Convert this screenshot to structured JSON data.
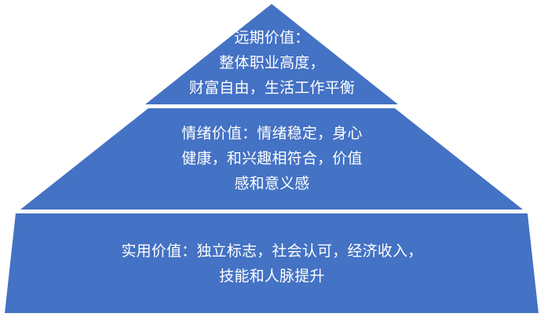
{
  "diagram": {
    "type": "pyramid",
    "shape_color": "#4472C4",
    "text_color": "#FFFFFF",
    "background_color": "#FFFFFF",
    "divider_color": "#FFFFFF",
    "tiers": [
      {
        "level": 1,
        "position": "top",
        "title": "远期价值",
        "text": "远期价值：\n整体职业高度，\n财富自由，生活工作平衡",
        "lines": [
          "远期价值：",
          "整体职业高度，",
          "财富自由，生活工作平衡"
        ],
        "items": [
          "整体职业高度",
          "财富自由",
          "生活工作平衡"
        ]
      },
      {
        "level": 2,
        "position": "middle",
        "title": "情绪价值",
        "text": "情绪价值：情绪稳定，身心\n健康，和兴趣相符合，价值\n感和意义感",
        "lines": [
          "情绪价值：情绪稳定，身心",
          "健康，和兴趣相符合，价值",
          "感和意义感"
        ],
        "items": [
          "情绪稳定",
          "身心健康",
          "和兴趣相符合",
          "价值感和意义感"
        ]
      },
      {
        "level": 3,
        "position": "bottom",
        "title": "实用价值",
        "text": "实用价值：独立标志，社会认可，经济收入，\n技能和人脉提升",
        "lines": [
          "实用价值：独立标志，社会认可，经济收入，",
          "技能和人脉提升"
        ],
        "items": [
          "独立标志",
          "社会认可",
          "经济收入",
          "技能和人脉提升"
        ]
      }
    ]
  }
}
